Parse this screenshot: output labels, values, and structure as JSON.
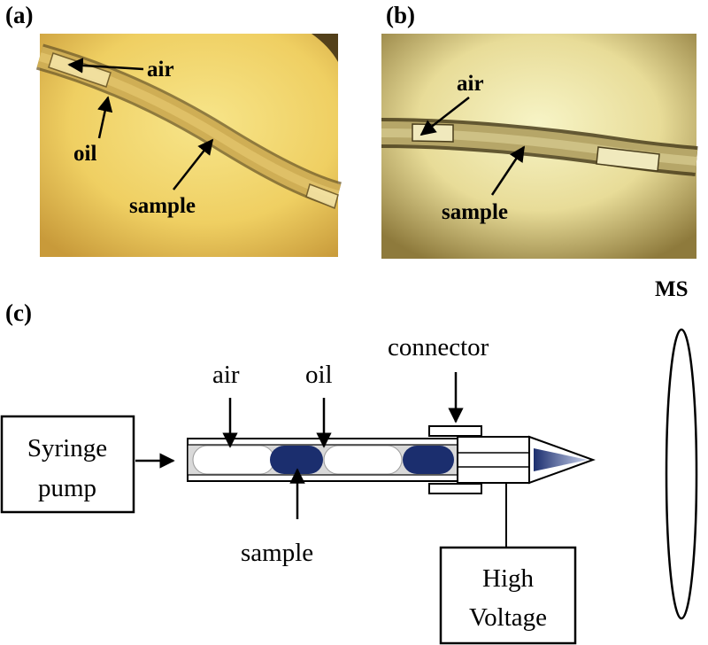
{
  "panels": {
    "a": {
      "tag": "(a)",
      "labels": {
        "air": "air",
        "oil": "oil",
        "sample": "sample"
      }
    },
    "b": {
      "tag": "(b)",
      "labels": {
        "air": "air",
        "sample": "sample"
      }
    },
    "c": {
      "tag": "(c)",
      "ms": "MS",
      "connector": "connector",
      "air": "air",
      "oil": "oil",
      "sample": "sample",
      "syringe_line1": "Syringe",
      "syringe_line2": "pump",
      "hv_line1": "High",
      "hv_line2": "Voltage"
    }
  },
  "colors": {
    "photo_a_center": "#f3dc74",
    "photo_a_edge": "#c89a3a",
    "photo_b_center": "#f4f0b8",
    "photo_b_edge": "#8e7a3c",
    "sample_plug": "#1b2e6e",
    "capillary_fill": "#d9d9d9"
  }
}
